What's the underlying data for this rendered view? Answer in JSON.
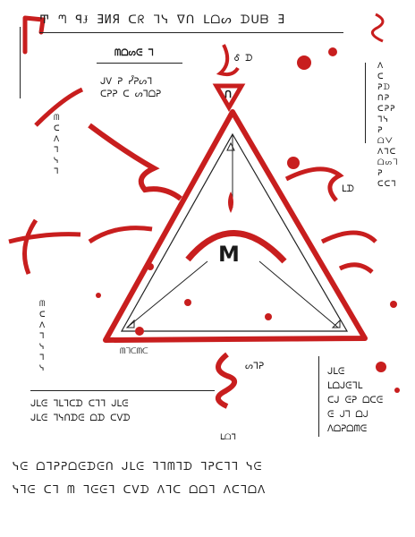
{
  "header": {
    "title": "Ͳ ᘉ ꟼɈ ƎИЯ ᑕᖇ ᒣᓭ ᐁᑎ ᒪᗝᔕ ᗪᑌᗷ Ǝ",
    "sub_left_1": "ᗰᗝᔕᕮ ᒣ",
    "sub_left_2": "ᒍᐯ ᕈ ᓮᕈᔕᒣ",
    "sub_left_3": "ᑕᕈᕈ ᑕ ᔕᒣᗝᕈ",
    "sub_right": "Ꮄ ᗪ"
  },
  "left_column": {
    "upper": "ᗰ\nᑕ\nᐱ\nᒣ\nᓭ\nᒣ",
    "lower": "ᗰ\nᑕ\nᐱ\nᒣ\nᓭ\nᒣ\nᓭ"
  },
  "right_column": "ᐱ\nᑕ\nᕈᗪ\nᑎᕈ\nᑕᕈᕈ\nᒣᓭ\nᕈ\nᗝᐯ\nᐱᒣᑕ\nᗝᔕᒣ\nᕈ\nᑕᑕᒣ",
  "center": {
    "label_bottom_left": "ᗰᒣᑕᗰᑕ",
    "label_bottom_right": "ᒪᗝᒣ",
    "label_right_mid": "ᒪᗪ",
    "label_bottom_mid": "ᔕᒣᕈ",
    "glyph_top": "ᑎ",
    "glyph_center": "M"
  },
  "lower_block": {
    "left_1": "ᒍᒪᕮ ᒣᒪᒣᑕᗪ ᑕᒣᒣ ᒍᒪᕮ",
    "left_2": "ᒍᒪᕮ ᒣᓭᑎᗪᕮ ᗝᗪ ᑕᐯᗪ",
    "right_1": "ᒍᒪᕮ",
    "right_2": "ᒪᗝᒍᕮᒣᒪ",
    "right_3": "ᑕᒍ ᕮᕈ ᗝᑕᕮ",
    "right_4": "ᕮ ᒍᒣ ᗝᒍ",
    "right_5": "ᐱᗝᕈᗝᗰᕮ"
  },
  "footer": {
    "line_1": "ᓭᕮ ᗝᒣᕈᕈᗝᕮᗪᕮᑎ ᒍᒪᕮ ᒣᒣᗰᒣᗪ ᒣᕈᑕᒣᒣ ᓭᕮ",
    "line_2": "ᓭᒣᕮ ᑕᒣ ᗰ ᒣᕮᕮᒣ ᑕᐯᗪ ᐱᒣᑕ ᗝᗝᒣ ᐱᑕᒣᗝᐱ"
  },
  "colors": {
    "ink": "#1a1a1a",
    "blood": "#c81e1e",
    "paper": "#ffffff"
  }
}
